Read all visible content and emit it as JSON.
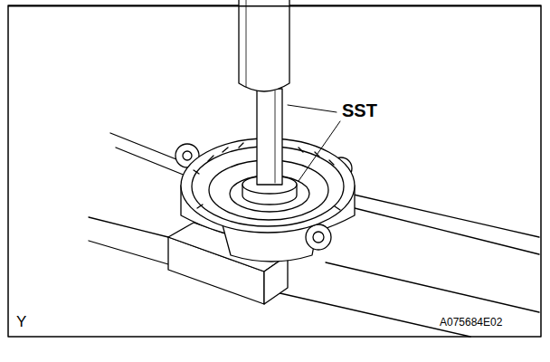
{
  "diagram": {
    "labels": [
      "SST",
      "Y",
      "A075684E02"
    ]
  }
}
